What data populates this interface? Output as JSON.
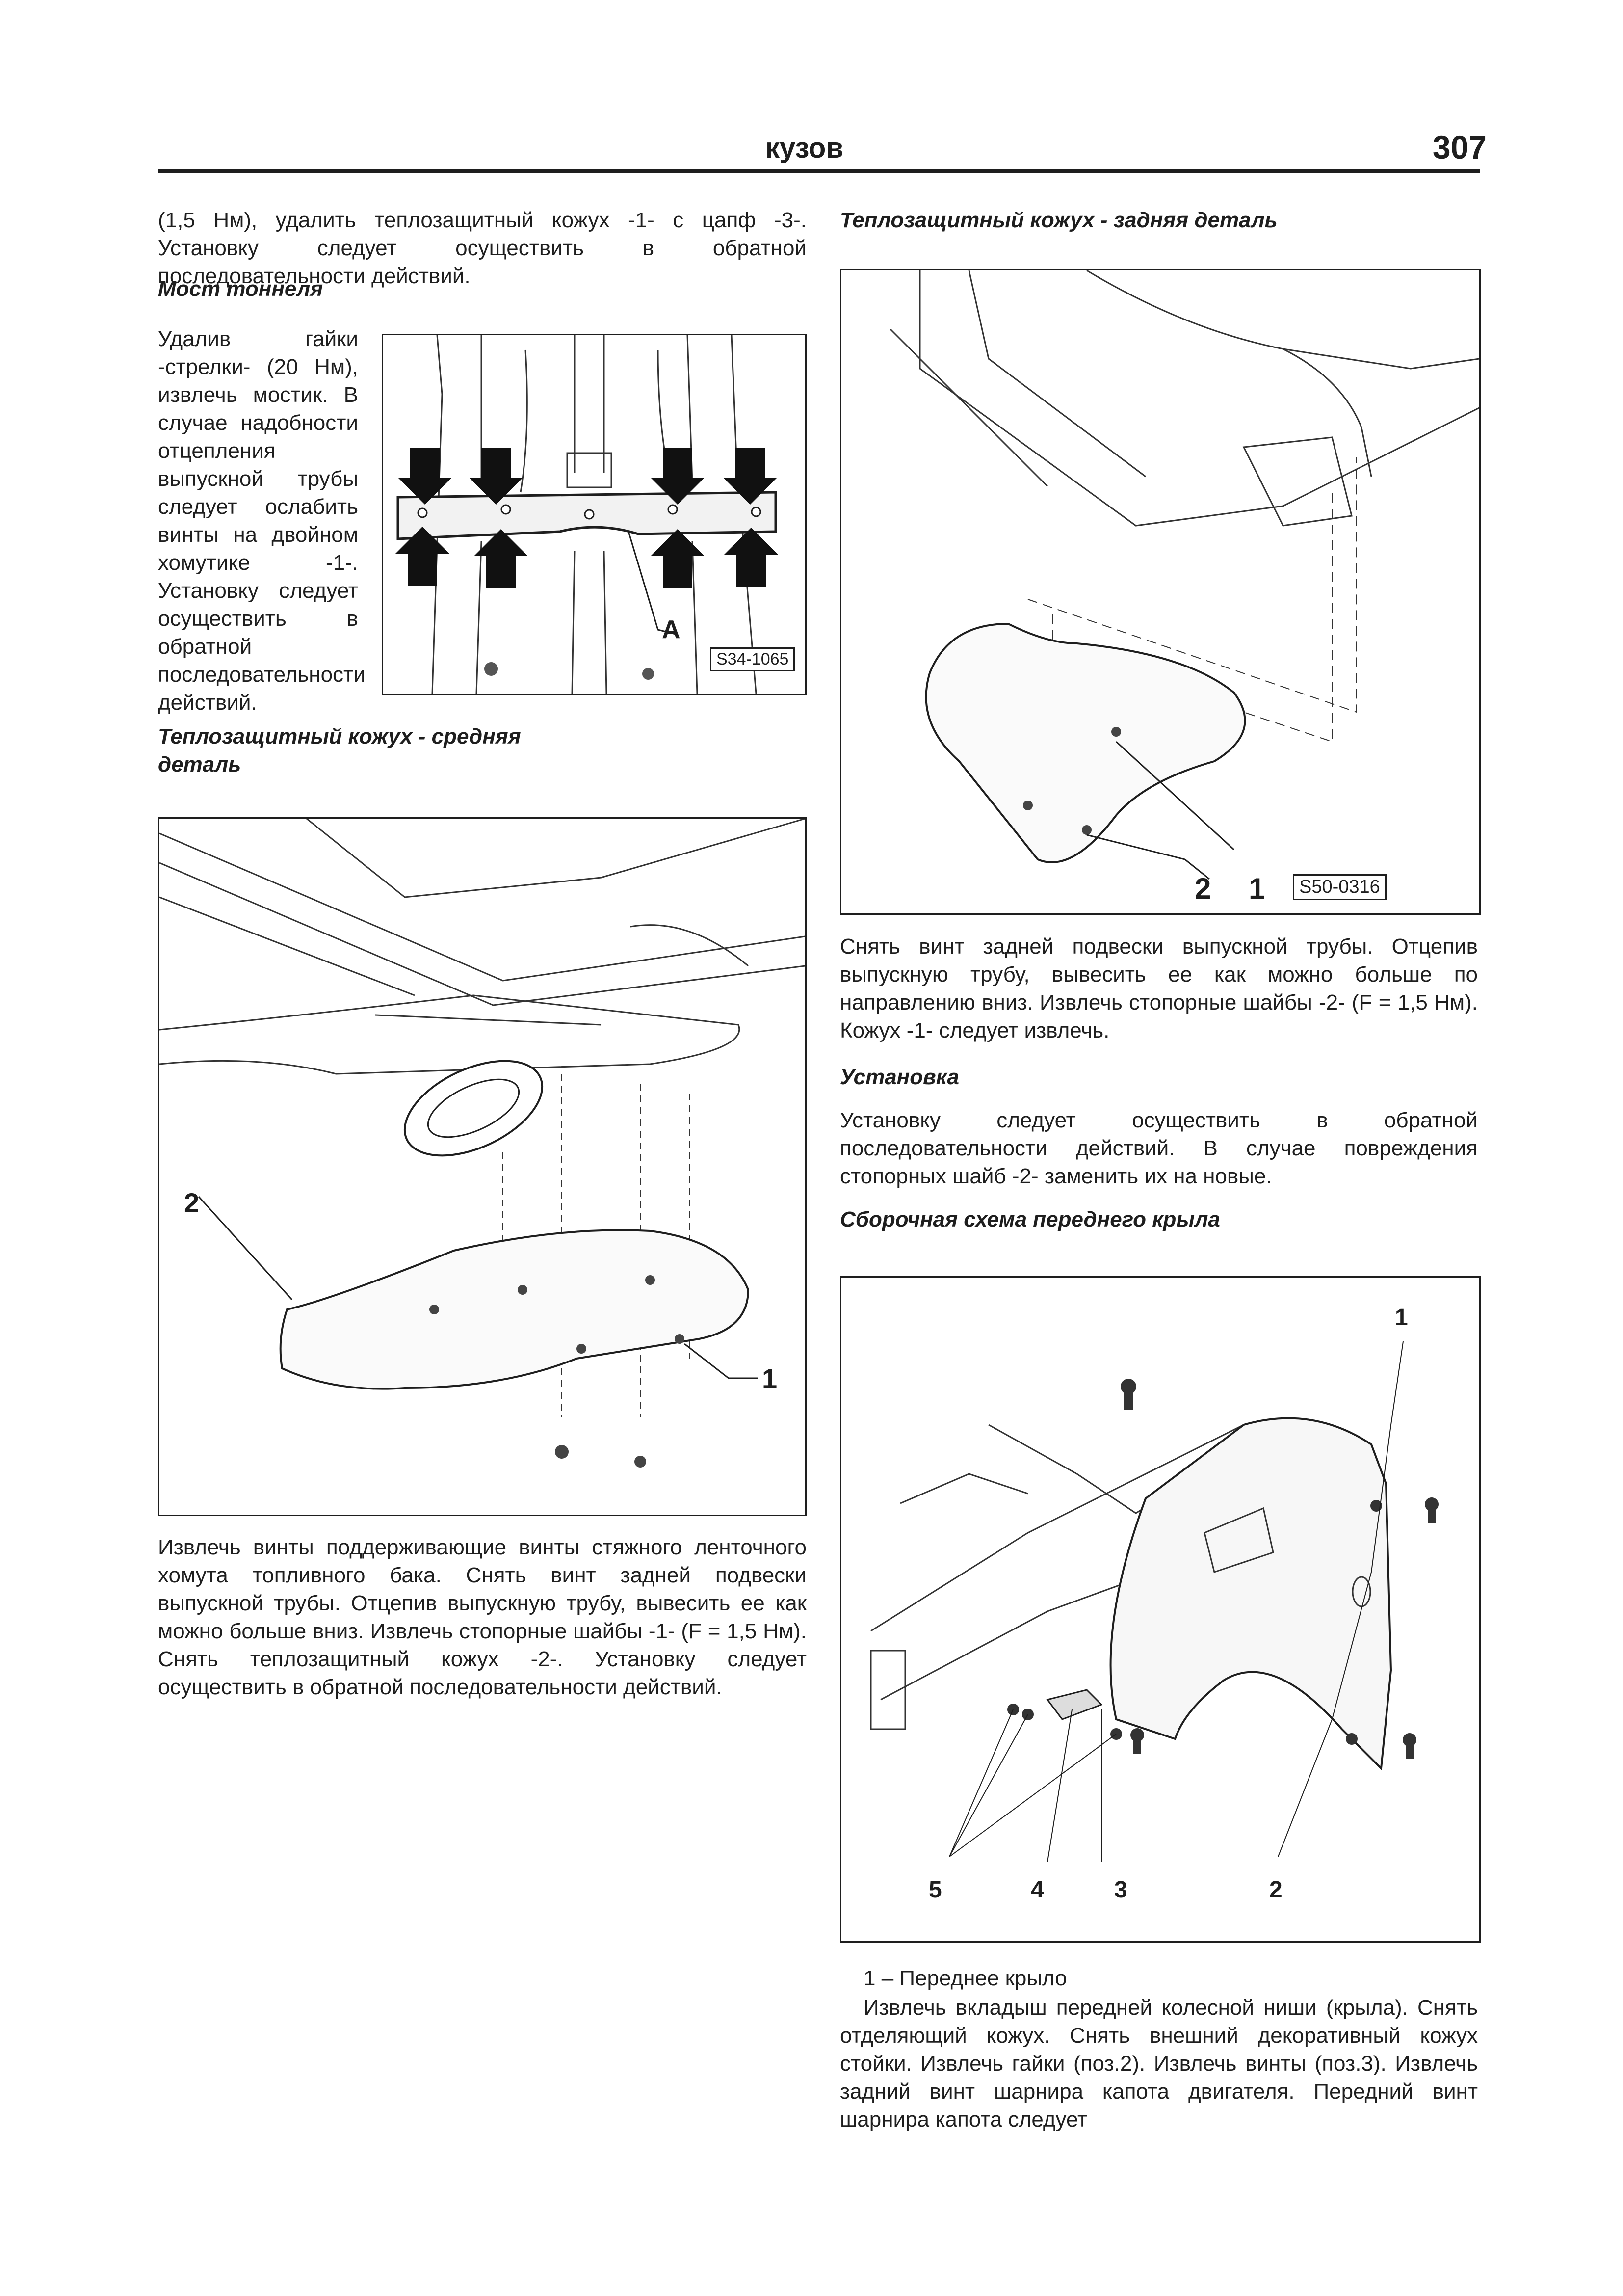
{
  "header": {
    "section": "кузов",
    "page": "307"
  },
  "col_left": {
    "intro": "(1,5 Нм), удалить теплозащитный кожух -1- с цапф -3-. Установку следует осуществить в обратной последовательности действий.",
    "tunnel_heading": "Мост тоннеля",
    "tunnel_text": "Удалив гайки -стрелки- (20 Нм), извлечь мостик. В случае надобности отцепления выпускной трубы следует ослабить винты на двойном хомутике -1-. Установку следует осуществить в обратной последовательности действий.",
    "fig1": {
      "label_a": "A",
      "code": "S34-1065"
    },
    "middle_heading": "Теплозащитный кожух - средняя деталь",
    "fig2": {
      "label_1": "1",
      "label_2": "2"
    },
    "middle_text": "Извлечь винты поддерживающие винты стяжного ленточного хомута топливного бака. Снять винт задней подвески выпускной трубы. Отцепив выпускную трубу, вывесить ее как можно больше вниз. Извлечь стопорные шайбы -1- (F = 1,5 Нм). Снять теплозащитный кожух -2-. Установку следует осуществить в обратной последовательности действий."
  },
  "col_right": {
    "rear_heading": "Теплозащитный кожух - задняя деталь",
    "fig3": {
      "label_2": "2",
      "label_1": "1",
      "code": "S50-0316"
    },
    "rear_text": "Снять винт задней подвески выпускной трубы. Отцепив выпускную трубу, вывесить ее как можно больше по направлению вниз. Извлечь стопорные шайбы -2- (F = 1,5 Нм). Кожух -1- следует извлечь.",
    "install_heading": "Установка",
    "install_text": "Установку следует осуществить в обратной последовательности действий. В случае повреждения стопорных шайб -2- заменить их на новые.",
    "fender_heading": "Сборочная схема переднего крыла",
    "fig4": {
      "label_1": "1",
      "label_2": "2",
      "label_3": "3",
      "label_4": "4",
      "label_5": "5"
    },
    "fender_item": "1 – Переднее крыло",
    "fender_text": "Извлечь вкладыш передней колесной ниши (крыла). Снять отделяющий кожух. Снять внешний декоративный кожух стойки. Извлечь гайки (поз.2). Извлечь винты (поз.3). Извлечь задний винт шарнира капота двигателя. Передний винт шарнира капота следует"
  }
}
